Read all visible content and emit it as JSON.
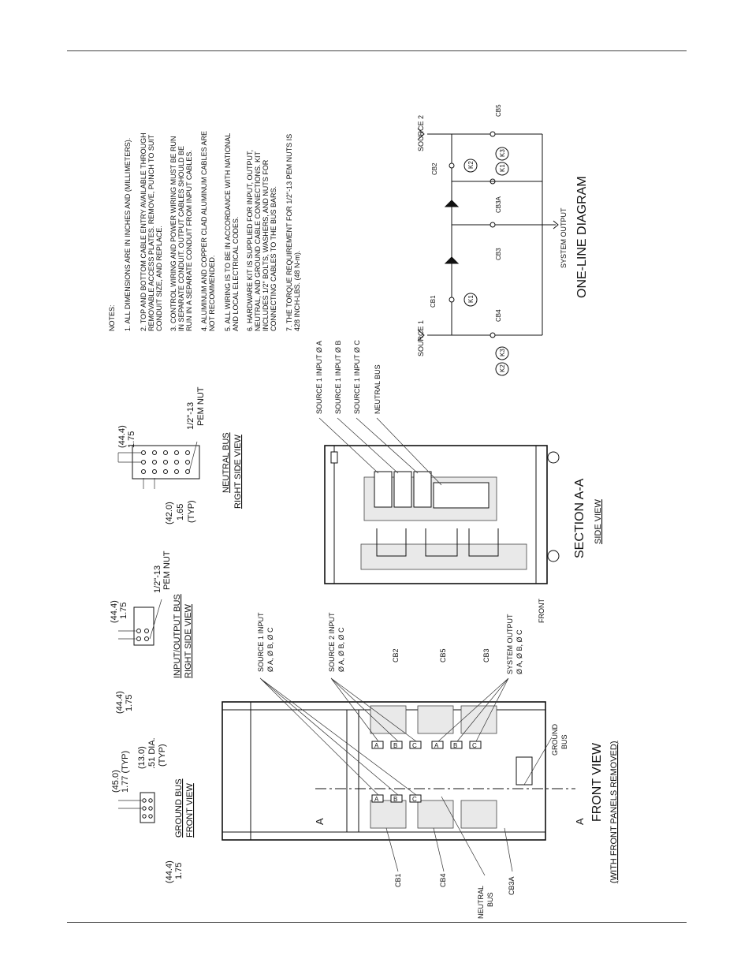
{
  "notes": {
    "heading": "NOTES:",
    "items": [
      "1. ALL DIMENSIONS ARE IN INCHES AND (MILLIMETERS).",
      "2. TOP AND BOTTOM CABLE ENTRY AVAILABLE THROUGH",
      "REMOVABLE ACCESS PLATES. REMOVE, PUNCH TO SUIT",
      "CONDUIT SIZE, AND REPLACE.",
      "3. CONTROL WIRING AND POWER WIRING MUST BE RUN",
      "IN SEPARATE CONDUIT. OUTPUT CABLES SHOULD BE",
      "RUN IN A SEPARATE CONDUIT FROM INPUT CABLES.",
      "4. ALUMINUM AND COPPER CLAD ALUMINUM CABLES ARE",
      "NOT RECOMMENDED.",
      "5. ALL WIRING IS TO BE IN ACCORDANCE WITH NATIONAL",
      "AND LOCAL ELECTRICAL CODES.",
      "6. HARDWARE KIT IS SUPPLIED FOR INPUT, OUTPUT,",
      "NEUTRAL, AND GROUND CABLE CONNECTIONS. KIT",
      "INCLUDES 1/2\" BOLTS, WASHERS, AND NUTS FOR",
      "CONNECTING CABLES TO THE BUS BARS.",
      "7. THE TORQUE REQUIREMENT FOR 1/2\"-13 PEM NUTS IS",
      "428 INCH-LBS. (48 N-m)."
    ]
  },
  "one_line": {
    "title": "ONE-LINE DIAGRAM",
    "source1": "SOURCE 1",
    "source2": "SOURCE 2",
    "output": "SYSTEM OUTPUT",
    "cb1": "CB1",
    "cb2": "CB2",
    "cb3": "CB3",
    "cb3a": "CB3A",
    "cb4": "CB4",
    "cb5": "CB5",
    "k1": "K1",
    "k2": "K2",
    "k3": "K3"
  },
  "section": {
    "title": "SECTION A-A",
    "subtitle": "SIDE VIEW",
    "front": "FRONT",
    "labels": [
      "SOURCE 1 INPUT Ø A",
      "SOURCE 1 INPUT Ø B",
      "SOURCE 1 INPUT Ø C",
      "NEUTRAL BUS"
    ]
  },
  "neutral_bus": {
    "title": "NEUTRAL BUS",
    "subtitle": "RIGHT SIDE VIEW",
    "dim_top_mm": "(44.4)",
    "dim_top_in": "1.75",
    "dim_side_mm": "(42.0)",
    "dim_side_in": "1.65",
    "dim_side_typ": "(TYP)",
    "nut": "1/2\"-13",
    "nut2": "PEM NUT"
  },
  "io_bus": {
    "title": "INPUT/OUTPUT BUS",
    "subtitle": "RIGHT SIDE VIEW",
    "dim_top_mm": "(44.4)",
    "dim_top_in": "1.75",
    "dim_side_mm": "(44.4)",
    "dim_side_in": "1.75",
    "nut": "1/2\"-13",
    "nut2": "PEM NUT"
  },
  "ground_bus": {
    "title": "GROUND BUS",
    "subtitle": "FRONT VIEW",
    "dim_top_mm": "(45.0)",
    "dim_top_in": "1.77  (TYP)",
    "dim_hole_mm": "(13.0)",
    "dim_hole_in": ".51 DIA.",
    "dim_hole_typ": "(TYP)",
    "dim_side_mm": "(44.4)",
    "dim_side_in": "1.75"
  },
  "front_view": {
    "title": "FRONT VIEW",
    "subtitle": "(WITH FRONT PANELS REMOVED)",
    "section_mark": "A",
    "labels_top": {
      "src1": "SOURCE 1 INPUT",
      "src1_ph": "Ø A, Ø B, Ø C",
      "src2": "SOURCE 2 INPUT",
      "src2_ph": "Ø A, Ø B, Ø C",
      "cb2": "CB2",
      "cb5": "CB5",
      "cb3": "CB3",
      "out": "SYSTEM OUTPUT",
      "out_ph": "Ø A, Ø B, Ø C"
    },
    "labels_bottom": {
      "cb1": "CB1",
      "cb4": "CB4",
      "neutral": "NEUTRAL",
      "neutral2": "BUS",
      "cb3a": "CB3A",
      "ground": "GROUND",
      "ground2": "BUS"
    },
    "phase": [
      "A",
      "B",
      "C"
    ]
  }
}
